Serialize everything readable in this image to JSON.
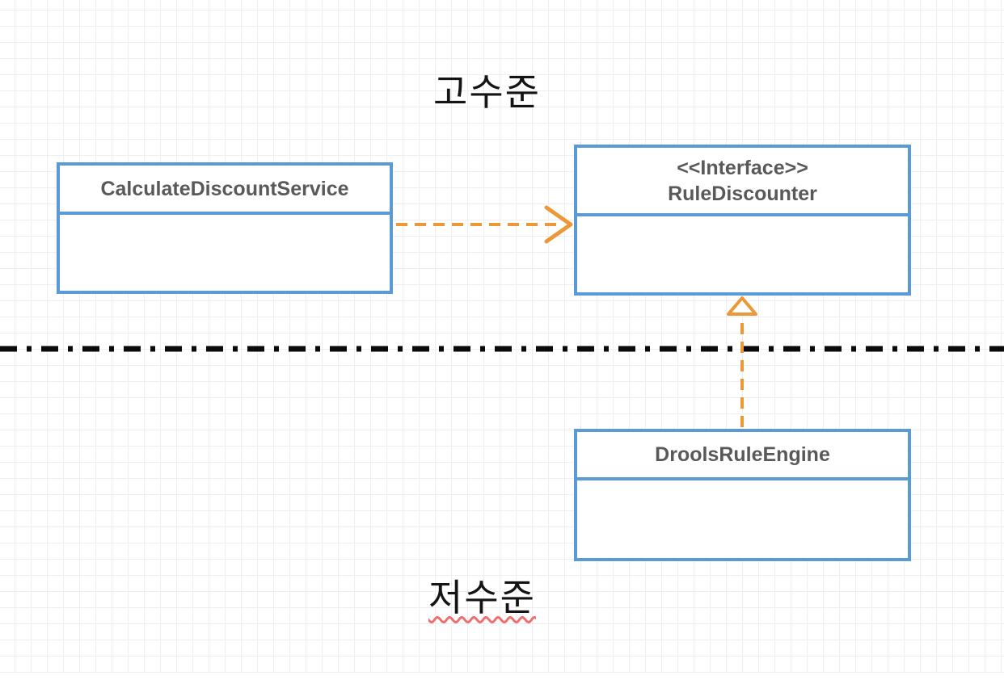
{
  "diagram": {
    "type": "uml-class-diagram",
    "labels": {
      "high_level": "고수준",
      "low_level": "저수준"
    },
    "classes": [
      {
        "name": "CalculateDiscountService",
        "stereotype": "",
        "attributes": [],
        "methods": []
      },
      {
        "name": "RuleDiscounter",
        "stereotype": "<<Interface>>",
        "attributes": [],
        "methods": []
      },
      {
        "name": "DroolsRuleEngine",
        "stereotype": "",
        "attributes": [],
        "methods": []
      }
    ],
    "relationships": [
      {
        "from": "CalculateDiscountService",
        "to": "RuleDiscounter",
        "type": "dependency",
        "style": "dashed-open-arrow"
      },
      {
        "from": "DroolsRuleEngine",
        "to": "RuleDiscounter",
        "type": "realization",
        "style": "dashed-hollow-triangle"
      }
    ],
    "divider": {
      "style": "dash-dot",
      "meaning": "high-level / low-level boundary"
    },
    "colors": {
      "box_border": "#5B9BD5",
      "arrow": "#ED9838",
      "divider": "#0A0A0A",
      "class_text": "#595959",
      "label_text": "#141414",
      "squiggle": "#F26D6D",
      "grid_line": "#EEEFF1"
    }
  }
}
